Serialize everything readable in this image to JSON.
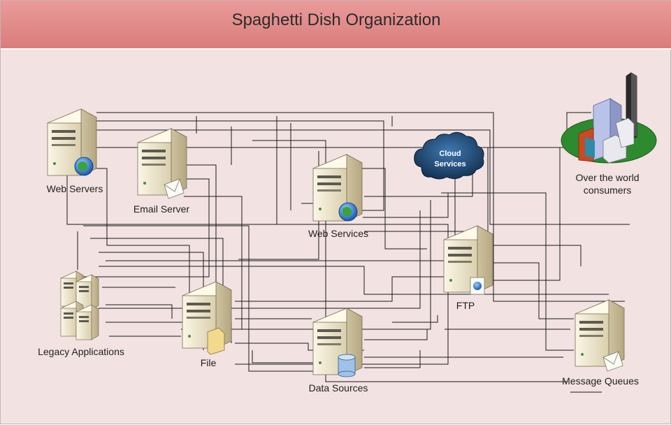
{
  "title": "Spaghetti Dish Organization",
  "nodes": {
    "web_servers": "Web Servers",
    "email_server": "Email Server",
    "web_services": "Web Services",
    "cloud_services_line1": "Cloud",
    "cloud_services_line2": "Services",
    "consumers_line1": "Over the world",
    "consumers_line2": "consumers",
    "ftp": "FTP",
    "legacy_applications": "Legacy Applications",
    "file": "File",
    "data_sources": "Data Sources",
    "message_queues": "Message Queues"
  },
  "colors": {
    "banner": "#df8a89",
    "background": "#f3e2e2",
    "server_body": "#efe7cf",
    "cloud": "#163a5c"
  }
}
